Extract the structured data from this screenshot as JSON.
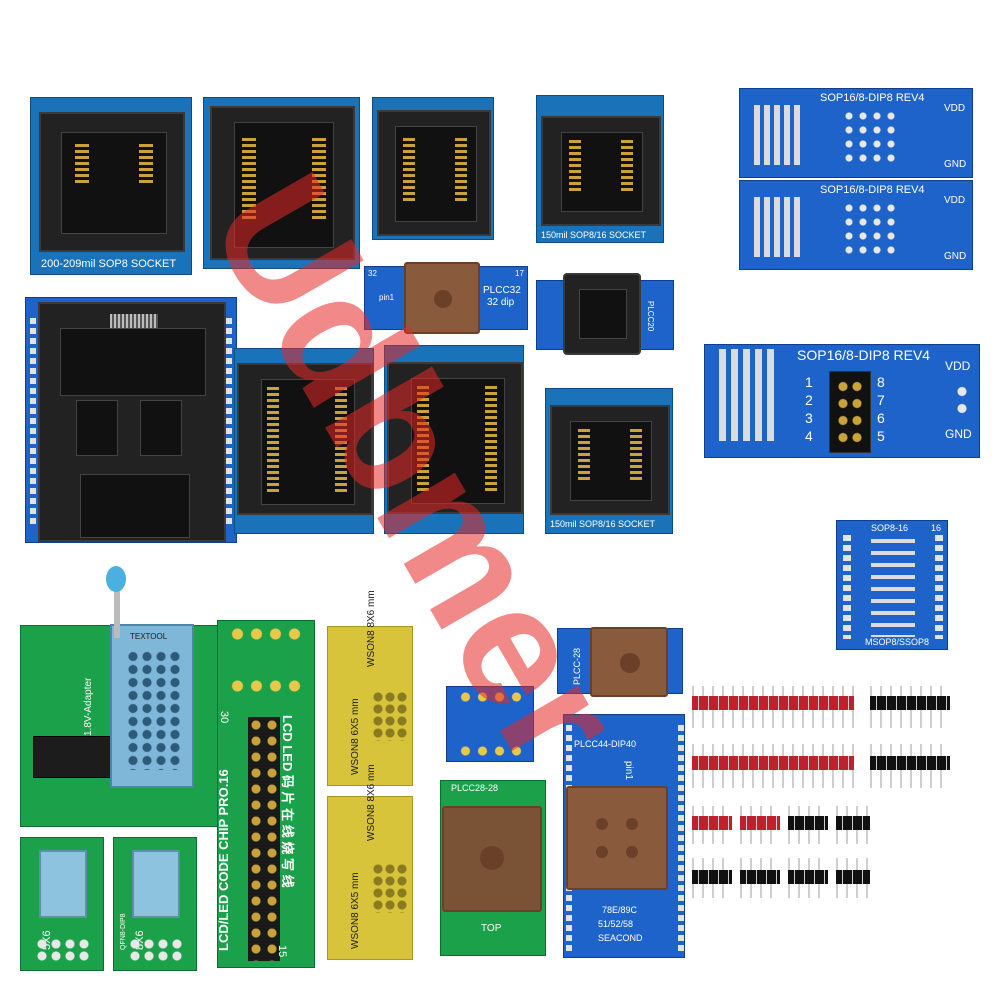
{
  "labels": {
    "sop8_200": "200-209mil SOP8 SOCKET",
    "sop8_16_a": "150mil SOP8/16 SOCKET",
    "sop8_16_b": "150mil SOP8/16 SOCKET",
    "plcc32": "PLCC32",
    "plcc32_dip": "32 dip",
    "plcc32_left": "32",
    "plcc32_right": "17",
    "plcc32_pin1": "pin1",
    "plcc20": "PLCC20",
    "adapter1_title": "SOP16/8-DIP8 REV4",
    "adapter2_title": "SOP16/8-DIP8 REV4",
    "adapter3_title": "SOP16/8-DIP8 REV4",
    "vdd": "VDD",
    "gnd": "GND",
    "pin_nums_left": [
      "1",
      "2",
      "3",
      "4"
    ],
    "pin_nums_right": [
      "8",
      "7",
      "6",
      "5"
    ],
    "sop8_16_small_title": "SOP8-16",
    "sop8_16_small_footer": "MSOP8/SSOP8",
    "adapter_18v": "1.8V-Adapter",
    "textool": "TEXTOOL",
    "lcd_code": "LCD/LED CODE CHIP PRO.16",
    "lcd_cn": "LCD LED 码 片 在 线 烧 写 线",
    "wson_a": "WSON8 8X6 mm",
    "wson_b": "WSON8 6X5 mm",
    "wson_c": "WSON8 8X6 mm",
    "wson_d": "WSON8 6X5 mm",
    "qfn_5x6": "5X6",
    "qfn_8x6": "8X6",
    "qfn_dip8": "QFN8-DIP8",
    "plcc28": "PLCC-28",
    "plcc28_top": "PLCC28-28",
    "plcc28_top2": "TOP",
    "plcc44": "PLCC44-DIP40",
    "plcc44_pin1": "pin1",
    "plcc44_chips": "78E/89C",
    "plcc44_chips2": "51/52/58",
    "plcc44_brand": "SEACOND",
    "watermark": "Udbmer",
    "num_30": "30",
    "num_15": "15",
    "num_16": "16",
    "num_1": "1"
  },
  "colors": {
    "pcb_blue": "#1e63c9",
    "pcb_green": "#1aa14a",
    "pcb_yellow": "#d8c43a",
    "watermark": "#e62828"
  }
}
